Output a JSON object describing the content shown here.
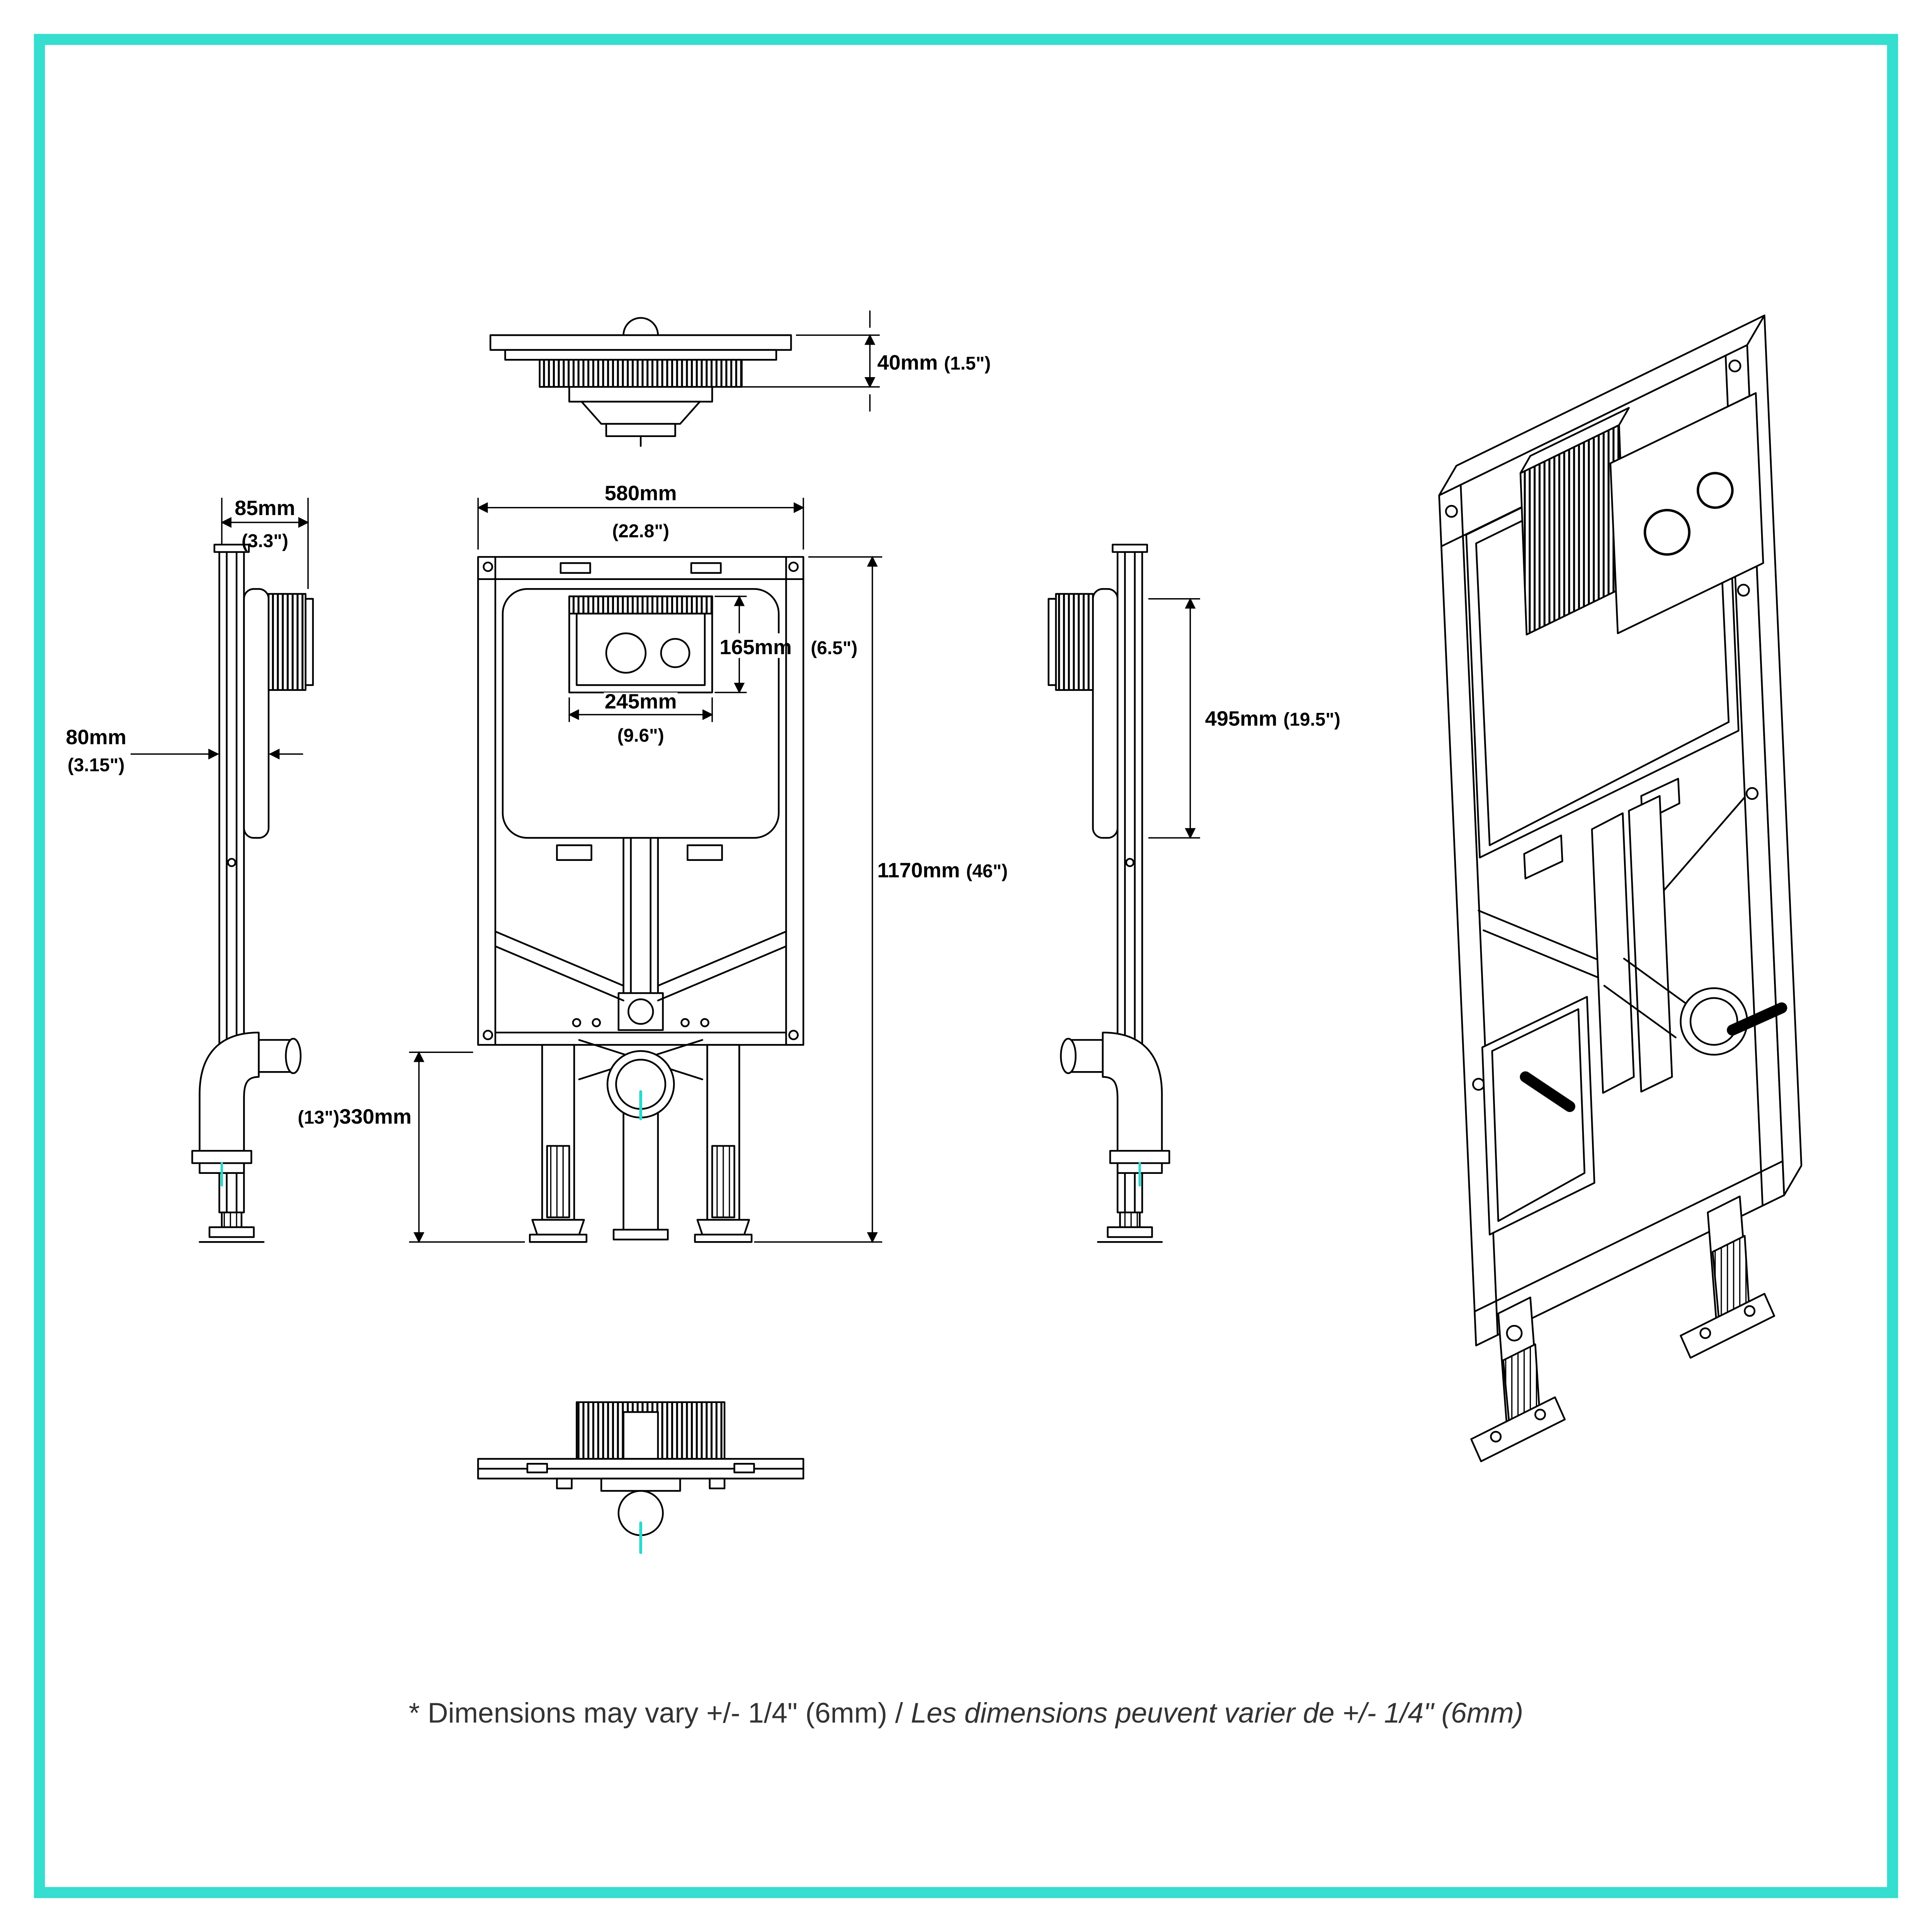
{
  "page": {
    "border_color": "#35DECE",
    "line_color": "#000000",
    "centerline_color": "#2BD9CB"
  },
  "footnote": {
    "en": "* Dimensions may vary +/- 1/4\" (6mm) / ",
    "fr": "Les dimensions peuvent varier de +/- 1/4\" (6mm)"
  },
  "dims": {
    "d40": {
      "metric": "40mm",
      "imperial": "(1.5\")"
    },
    "d85": {
      "metric": "85mm",
      "imperial": "(3.3\")"
    },
    "d80": {
      "metric": "80mm",
      "imperial": "(3.15\")"
    },
    "d580": {
      "metric": "580mm",
      "imperial": "(22.8\")"
    },
    "d165": {
      "metric": "165mm",
      "imperial": "(6.5\")"
    },
    "d245": {
      "metric": "245mm",
      "imperial": "(9.6\")"
    },
    "d495": {
      "metric": "495mm",
      "imperial": "(19.5\")"
    },
    "d1170": {
      "metric": "1170mm",
      "imperial": "(46\")"
    },
    "d330": {
      "metric": "330mm",
      "imperial": "(13\")"
    }
  }
}
